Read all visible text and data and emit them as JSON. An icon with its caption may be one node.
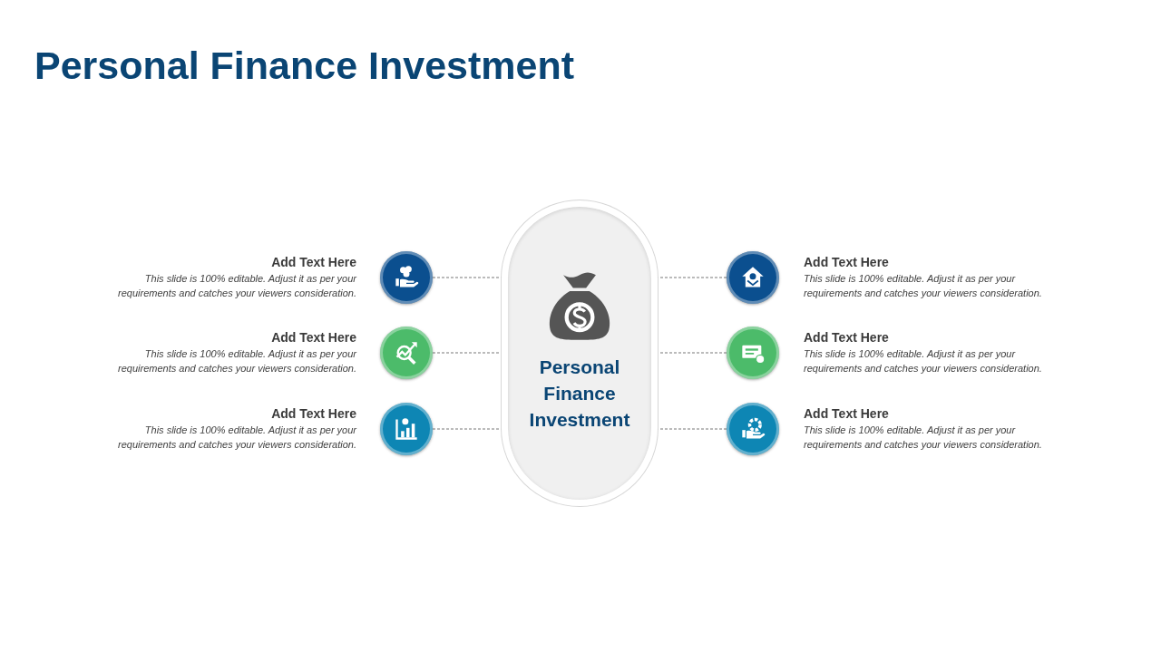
{
  "diagram": {
    "title": "Personal Finance Investment",
    "nodes": [
      {
        "text": [
          "Personal Finance Investment"
        ]
      },
      {
        "text": [],
        "shape": "circle",
        "beside": [
          "Add Text Here",
          "This slide is 100% editable. Adjust it as per your requirements and catches your viewers consideration."
        ]
      },
      {
        "text": [],
        "shape": "circle",
        "beside": [
          "Add Text Here",
          "This slide is 100% editable. Adjust it as per your requirements and catches your viewers consideration."
        ]
      },
      {
        "text": [],
        "shape": "circle",
        "beside": [
          "Add Text Here",
          "This slide is 100% editable. Adjust it as per your requirements and catches your viewers consideration."
        ]
      },
      {
        "text": [],
        "shape": "circle",
        "beside": [
          "Add Text Here",
          "This slide is 100% editable. Adjust it as per your requirements and catches your viewers consideration."
        ]
      },
      {
        "text": [],
        "shape": "circle",
        "beside": [
          "Add Text Here",
          "This slide is 100% editable. Adjust it as per your requirements and catches your viewers consideration."
        ]
      },
      {
        "text": [],
        "shape": "circle",
        "beside": [
          "Add Text Here",
          "This slide is 100% editable. Adjust it as per your requirements and catches your viewers consideration."
        ]
      }
    ],
    "edges": [
      {
        "from": 1,
        "to": 0,
        "arrow": "none",
        "style": "dashed"
      },
      {
        "from": 2,
        "to": 0,
        "arrow": "none",
        "style": "dashed"
      },
      {
        "from": 3,
        "to": 0,
        "arrow": "none",
        "style": "dashed"
      },
      {
        "from": 4,
        "to": 0,
        "arrow": "none",
        "style": "dashed"
      },
      {
        "from": 5,
        "to": 0,
        "arrow": "none",
        "style": "dashed"
      },
      {
        "from": 6,
        "to": 0,
        "arrow": "none",
        "style": "dashed"
      }
    ]
  }
}
